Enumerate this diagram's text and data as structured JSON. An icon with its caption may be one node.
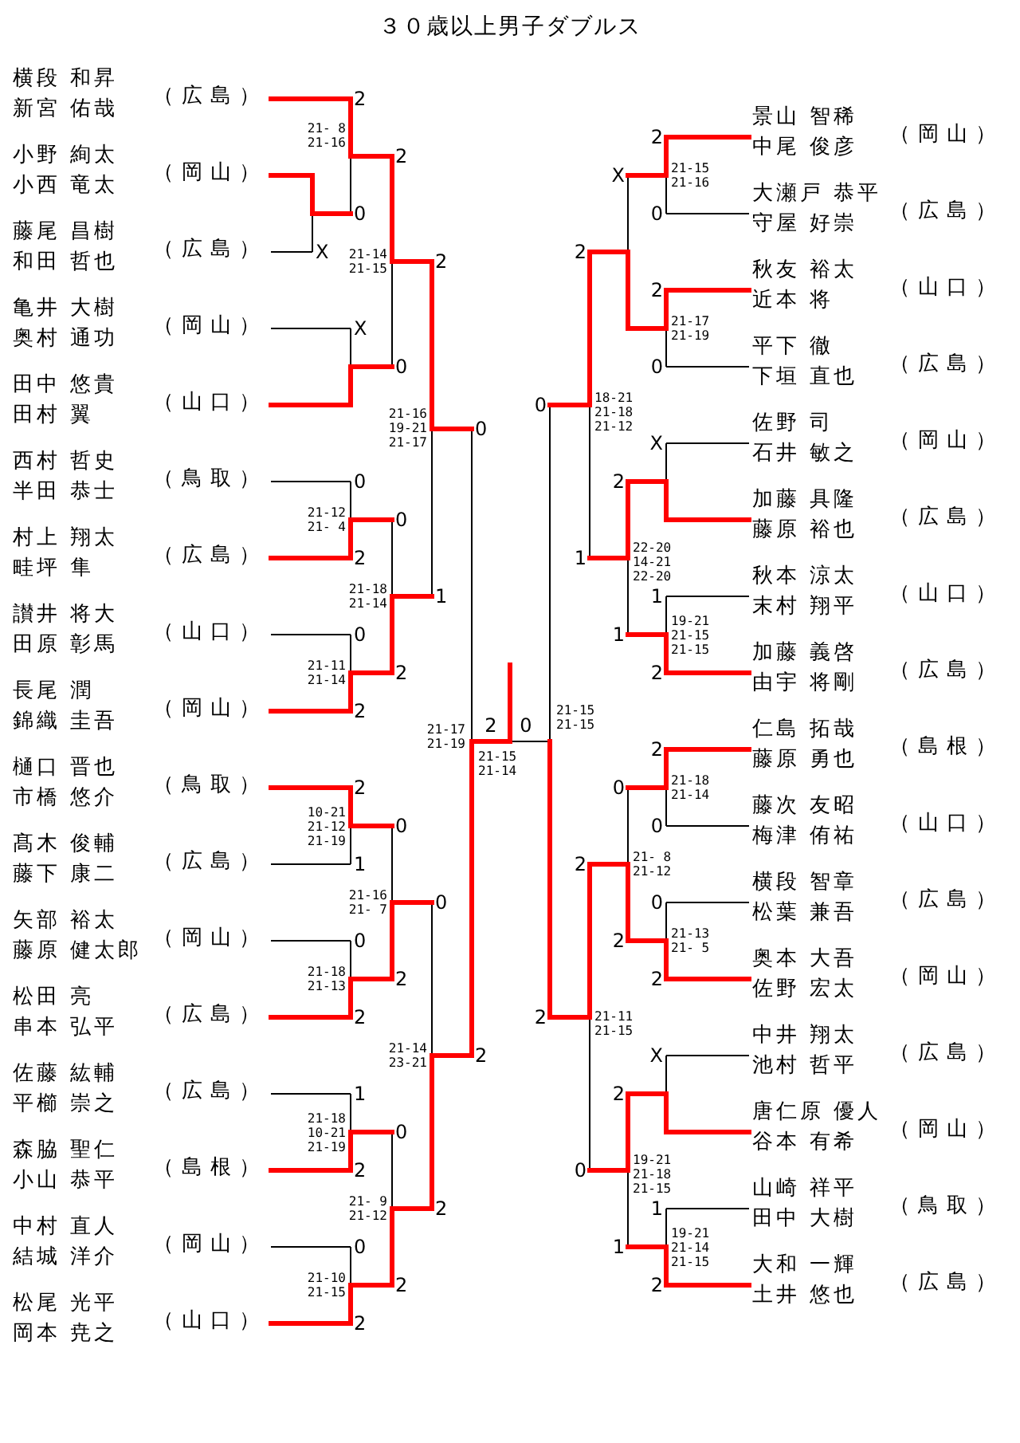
{
  "diagram": {
    "title": "３０歳以上男子ダブルス",
    "nodes": [
      {
        "text": [
          "横段 和昇",
          "新宮 佑哉",
          "（広島）"
        ]
      },
      {
        "text": [
          "小野 絢太",
          "小西 竜太",
          "（岡山）"
        ]
      },
      {
        "text": [
          "藤尾 昌樹",
          "和田 哲也",
          "（広島）"
        ]
      },
      {
        "text": [
          "亀井 大樹",
          "奥村 通功",
          "（岡山）"
        ]
      },
      {
        "text": [
          "田中 悠貴",
          "田村 翼",
          "（山口）"
        ]
      },
      {
        "text": [
          "西村 哲史",
          "半田 恭士",
          "（鳥取）"
        ]
      },
      {
        "text": [
          "村上 翔太",
          "畦坪 隼",
          "（広島）"
        ]
      },
      {
        "text": [
          "讃井 将大",
          "田原 彰馬",
          "（山口）"
        ]
      },
      {
        "text": [
          "長尾 潤",
          "錦織 圭吾",
          "（岡山）"
        ]
      },
      {
        "text": [
          "樋口 晋也",
          "市橋 悠介",
          "（鳥取）"
        ]
      },
      {
        "text": [
          "髙木 俊輔",
          "藤下 康二",
          "（広島）"
        ]
      },
      {
        "text": [
          "矢部 裕太",
          "藤原 健太郎",
          "（岡山）"
        ]
      },
      {
        "text": [
          "松田 亮",
          "串本 弘平",
          "（広島）"
        ]
      },
      {
        "text": [
          "佐藤 紘輔",
          "平櫛 崇之",
          "（広島）"
        ]
      },
      {
        "text": [
          "森脇 聖仁",
          "小山 恭平",
          "（島根）"
        ]
      },
      {
        "text": [
          "中村 直人",
          "結城 洋介",
          "（岡山）"
        ]
      },
      {
        "text": [
          "松尾 光平",
          "岡本 尭之",
          "（山口）"
        ]
      },
      {
        "text": [
          "景山 智稀",
          "中尾 俊彦",
          "（岡山）"
        ]
      },
      {
        "text": [
          "大瀬戸 恭平",
          "守屋 好崇",
          "（広島）"
        ]
      },
      {
        "text": [
          "秋友 裕太",
          "近本 将",
          "（山口）"
        ]
      },
      {
        "text": [
          "平下 徹",
          "下垣 直也",
          "（広島）"
        ]
      },
      {
        "text": [
          "佐野 司",
          "石井 敏之",
          "（岡山）"
        ]
      },
      {
        "text": [
          "加藤 具隆",
          "藤原 裕也",
          "（広島）"
        ]
      },
      {
        "text": [
          "秋本 涼太",
          "末村 翔平",
          "（山口）"
        ]
      },
      {
        "text": [
          "加藤 義啓",
          "由宇 将剛",
          "（広島）"
        ]
      },
      {
        "text": [
          "仁島 拓哉",
          "藤原 勇也",
          "（島根）"
        ]
      },
      {
        "text": [
          "藤次 友昭",
          "梅津 侑祐",
          "（山口）"
        ]
      },
      {
        "text": [
          "横段 智章",
          "松葉 兼吾",
          "（広島）"
        ]
      },
      {
        "text": [
          "奥本 大吾",
          "佐野 宏太",
          "（岡山）"
        ]
      },
      {
        "text": [
          "中井 翔太",
          "池村 哲平",
          "（広島）"
        ]
      },
      {
        "text": [
          "唐仁原 優人",
          "谷本 有希",
          "（岡山）"
        ]
      },
      {
        "text": [
          "山崎 祥平",
          "田中 大樹",
          "（鳥取）"
        ]
      },
      {
        "text": [
          "大和 一輝",
          "土井 悠也",
          "（広島）"
        ]
      }
    ],
    "labels": [
      "2",
      "21- 8 21-16",
      "2",
      "2",
      "X",
      "21-15 21-16",
      "0",
      "0",
      "X",
      "2",
      "21-14 21-15",
      "2",
      "2",
      "21-17 21-19",
      "X",
      "0",
      "0",
      "0",
      "18-21 21-18 21-12",
      "21-16 19-21 21-17",
      "0",
      "X",
      "2",
      "0",
      "21-12 21- 4",
      "0",
      "2",
      "1",
      "22-20 14-21 22-20",
      "1",
      "21-18 21-14",
      "1",
      "1",
      "19-21 21-15 21-15",
      "0",
      "21-11 21-14",
      "2",
      "2",
      "2",
      "2",
      "0",
      "21-17 21-19",
      "21-15 21-15",
      "21-15 21-14",
      "2",
      "21-18 21-14",
      "0",
      "2",
      "10-21 21-12 21-19",
      "0",
      "0",
      "2",
      "21- 8 21-12",
      "1",
      "21-16 21- 7",
      "0",
      "0",
      "21-13 21- 5",
      "2",
      "0",
      "21-18 21-13",
      "2",
      "2",
      "2",
      "2",
      "21-11 21-15",
      "21-14 23-21",
      "2",
      "X",
      "2",
      "1",
      "21-18 10-21 21-19",
      "0",
      "0",
      "19-21 21-18 21-15",
      "2",
      "21- 9 21-12",
      "2",
      "1",
      "1",
      "19-21 21-14 21-15",
      "0",
      "21-10 21-15",
      "2",
      "2",
      "2"
    ]
  }
}
